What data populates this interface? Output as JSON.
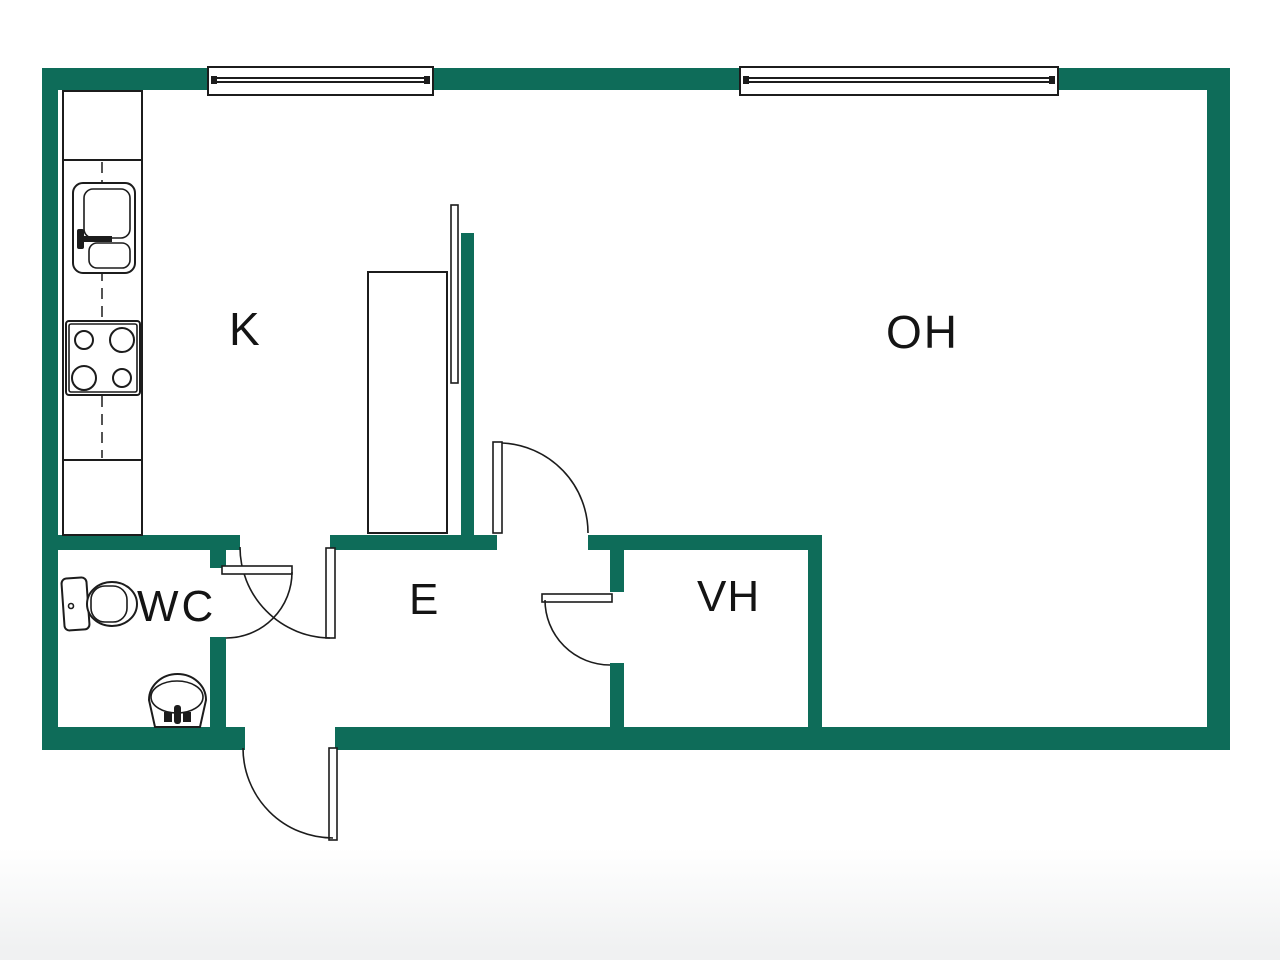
{
  "colors": {
    "wall": "#0e6c59",
    "line": "#1c1c1c",
    "label": "#141414",
    "bg": "#ffffff"
  },
  "rooms": {
    "kitchen": {
      "label": "K"
    },
    "living_room": {
      "label": "OH"
    },
    "hall": {
      "label": "E"
    },
    "wc": {
      "label": "WC"
    },
    "closet": {
      "label": "VH"
    }
  },
  "fixtures": {
    "window_count": "2",
    "door_count": "5",
    "items": [
      "kitchen-sink",
      "stove-4-burners",
      "tall-cabinet",
      "glass-partition",
      "toilet",
      "washbasin"
    ]
  }
}
